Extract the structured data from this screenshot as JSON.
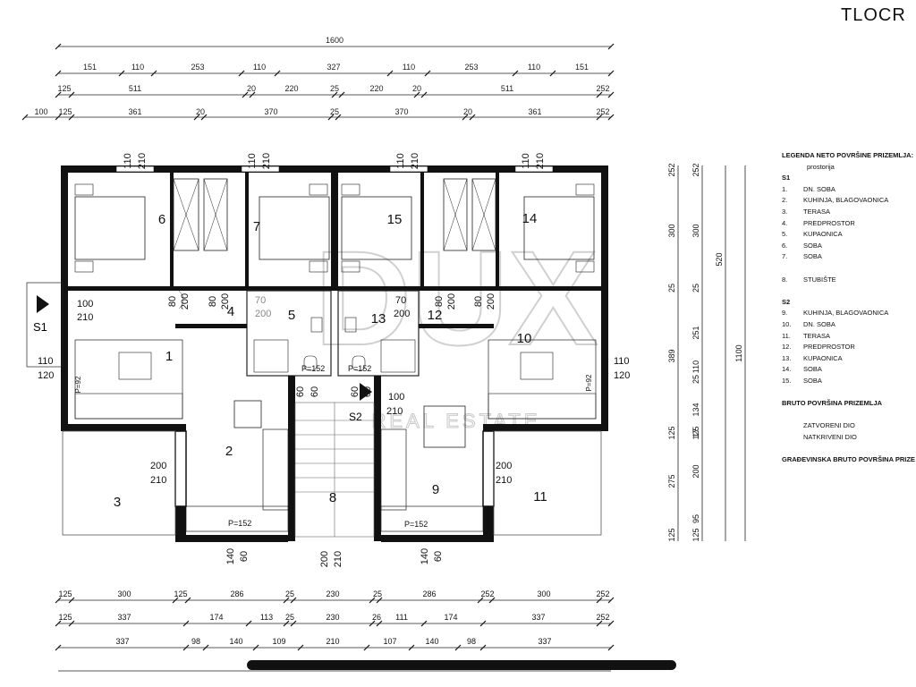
{
  "title": "TLOCR",
  "dimensions": {
    "overall_width": "1600",
    "row1": [
      "151",
      "110",
      "253",
      "110",
      "327",
      "110",
      "253",
      "110",
      "151"
    ],
    "row2": [
      "125",
      "511",
      "20",
      "220",
      "25",
      "220",
      "20",
      "511",
      "252"
    ],
    "row3": [
      "100",
      "125",
      "361",
      "20",
      "370",
      "25",
      "370",
      "20",
      "361",
      "252"
    ],
    "bottom1": [
      "125",
      "300",
      "125",
      "286",
      "25",
      "230",
      "25",
      "286",
      "252",
      "300",
      "252"
    ],
    "bottom2": [
      "125",
      "337",
      "174",
      "113",
      "25",
      "230",
      "26",
      "111",
      "174",
      "337",
      "252"
    ],
    "bottom3": [
      "337",
      "98",
      "140",
      "109",
      "210",
      "107",
      "140",
      "98",
      "337"
    ],
    "right1": [
      "252",
      "300",
      "25",
      "389",
      "125",
      "275",
      "125"
    ],
    "right2": [
      "252",
      "300",
      "25",
      "251",
      "110",
      "25",
      "134",
      "17",
      "125",
      "200",
      "95",
      "125"
    ],
    "right3": [
      "520",
      "1100"
    ],
    "window_top": [
      "110",
      "210"
    ],
    "door_s1": [
      "100",
      "210"
    ],
    "door_80_200": [
      "80",
      "200"
    ],
    "door_70_200": [
      "70",
      "200"
    ],
    "window_side": [
      "110",
      "120"
    ],
    "door_60": [
      "60",
      "60"
    ],
    "door_100_210": [
      "100",
      "210"
    ],
    "window_200_210": [
      "200",
      "210"
    ],
    "window_140_60": [
      "140",
      "60"
    ],
    "door_200_210": [
      "200",
      "210"
    ],
    "parapet": [
      "P=152",
      "P=92"
    ]
  },
  "rooms": {
    "r1": "1",
    "r2": "2",
    "r3": "3",
    "r4": "4",
    "r5": "5",
    "r6": "6",
    "r7": "7",
    "r8": "8",
    "r9": "9",
    "r10": "10",
    "r11": "11",
    "r12": "12",
    "r13": "13",
    "r14": "14",
    "r15": "15"
  },
  "section_marks": {
    "s1": "S1",
    "s2": "S2"
  },
  "watermark": {
    "main": "DUX",
    "sub": "REAL ESTATE"
  },
  "legend": {
    "title": "LEGENDA NETO POVRŠINE PRIZEMLJA:",
    "subtitle": "prostorija",
    "s1": "S1",
    "s1_items": [
      {
        "n": "1.",
        "label": "DN. SOBA"
      },
      {
        "n": "2.",
        "label": "KUHINJA, BLAGOVAONICA"
      },
      {
        "n": "3.",
        "label": "TERASA"
      },
      {
        "n": "4.",
        "label": "PREDPROSTOR"
      },
      {
        "n": "5.",
        "label": "KUPAONICA"
      },
      {
        "n": "6.",
        "label": "SOBA"
      },
      {
        "n": "7.",
        "label": "SOBA"
      }
    ],
    "stair": {
      "n": "8.",
      "label": "STUBIŠTE"
    },
    "s2": "S2",
    "s2_items": [
      {
        "n": "9.",
        "label": "KUHINJA, BLAGOVAONICA"
      },
      {
        "n": "10.",
        "label": "DN. SOBA"
      },
      {
        "n": "11.",
        "label": "TERASA"
      },
      {
        "n": "12.",
        "label": "PREDPROSTOR"
      },
      {
        "n": "13.",
        "label": "KUPAONICA"
      },
      {
        "n": "14.",
        "label": "SOBA"
      },
      {
        "n": "15.",
        "label": "SOBA"
      }
    ],
    "bruto_title": "BRUTO POVRŠINA PRIZEMLJA",
    "zatvoreni": "ZATVORENI DIO",
    "natkriveni": "NATKRIVENI DIO",
    "gradevinska": "GRAĐEVINSKA BRUTO POVRŠINA PRIZE"
  },
  "colors": {
    "wall": "#111111",
    "line": "#222222",
    "watermark": "#d8d8d8"
  }
}
